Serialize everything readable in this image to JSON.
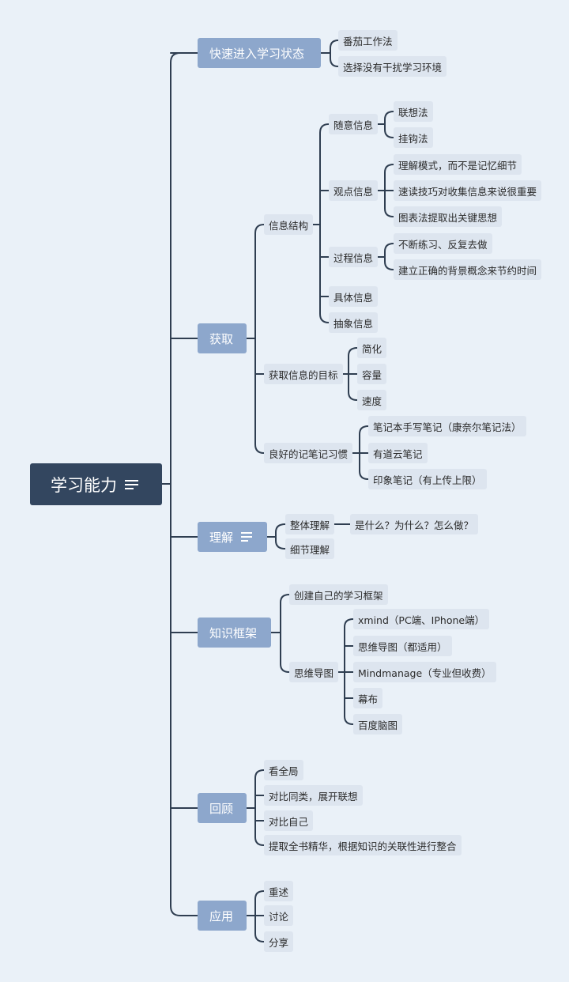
{
  "root": {
    "label": "学习能力"
  },
  "branches": {
    "quick": {
      "label": "快速进入学习状态",
      "items": [
        "番茄工作法",
        "选择没有干扰学习环境"
      ]
    },
    "acquire": {
      "label": "获取",
      "info_structure": {
        "label": "信息结构",
        "random": {
          "label": "随意信息",
          "items": [
            "联想法",
            "挂钩法"
          ]
        },
        "opinion": {
          "label": "观点信息",
          "items": [
            "理解模式，而不是记忆细节",
            "速读技巧对收集信息来说很重要",
            "图表法提取出关键思想"
          ]
        },
        "process": {
          "label": "过程信息",
          "items": [
            "不断练习、反复去做",
            "建立正确的背景概念来节约时间"
          ]
        },
        "concrete": {
          "label": "具体信息"
        },
        "abstract": {
          "label": "抽象信息"
        }
      },
      "goal": {
        "label": "获取信息的目标",
        "items": [
          "简化",
          "容量",
          "速度"
        ]
      },
      "notes": {
        "label": "良好的记笔记习惯",
        "items": [
          "笔记本手写笔记（康奈尔笔记法）",
          "有道云笔记",
          "印象笔记（有上传上限）"
        ]
      }
    },
    "understand": {
      "label": "理解",
      "overall": {
        "label": "整体理解",
        "detail": "是什么？为什么？怎么做？"
      },
      "detail": {
        "label": "细节理解"
      }
    },
    "framework": {
      "label": "知识框架",
      "create": {
        "label": "创建自己的学习框架"
      },
      "mindmap": {
        "label": "思维导图",
        "items": [
          "xmind（PC端、IPhone端）",
          "思维导图（都适用）",
          "Mindmanage（专业但收费）",
          "幕布",
          "百度脑图"
        ]
      }
    },
    "review": {
      "label": "回顾",
      "items": [
        "看全局",
        "对比同类，展开联想",
        "对比自己",
        "提取全书精华，根据知识的关联性进行整合"
      ]
    },
    "apply": {
      "label": "应用",
      "items": [
        "重述",
        "讨论",
        "分享"
      ]
    }
  },
  "colors": {
    "background": "#eaf1f8",
    "root": "#33465f",
    "branch": "#8da7cc",
    "leaf": "#dde5ef",
    "line": "#2f3e51"
  },
  "icons": {
    "root_menu": "menu-lines-icon",
    "understand_menu": "menu-lines-icon"
  }
}
